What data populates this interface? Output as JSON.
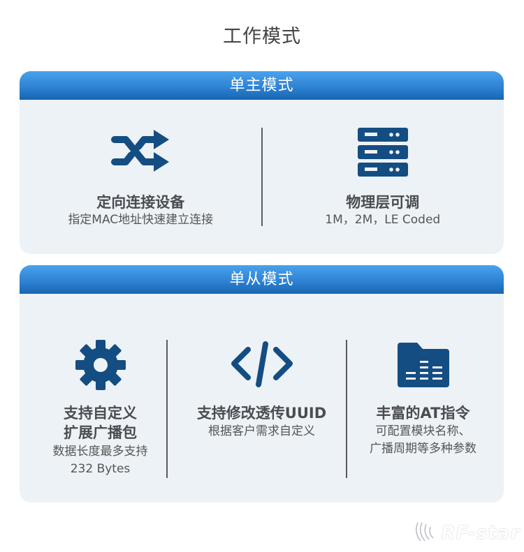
{
  "page": {
    "title": "工作模式"
  },
  "colors": {
    "icon": "#144d82",
    "header_top": "#4aa2ec",
    "header_bottom": "#1765b0",
    "card_bg": "#edf2f6"
  },
  "master_mode": {
    "header": "单主模式",
    "features": [
      {
        "icon": "shuffle-icon",
        "title": "定向连接设备",
        "desc": "指定MAC地址快速建立连接"
      },
      {
        "icon": "server-icon",
        "title": "物理层可调",
        "desc": "1M，2M，LE Coded"
      }
    ]
  },
  "slave_mode": {
    "header": "单从模式",
    "features": [
      {
        "icon": "gear-icon",
        "title_lines": [
          "支持自定义",
          "扩展广播包"
        ],
        "desc_lines": [
          "数据长度最多支持",
          "232 Bytes"
        ]
      },
      {
        "icon": "code-icon",
        "title": "支持修改透传UUID",
        "desc": "根据客户需求自定义"
      },
      {
        "icon": "folder-list-icon",
        "title": "丰富的AT指令",
        "desc_lines": [
          "可配置模块名称、",
          "广播周期等多种参数"
        ]
      }
    ]
  },
  "brand": {
    "logo_text": "RF-star"
  }
}
